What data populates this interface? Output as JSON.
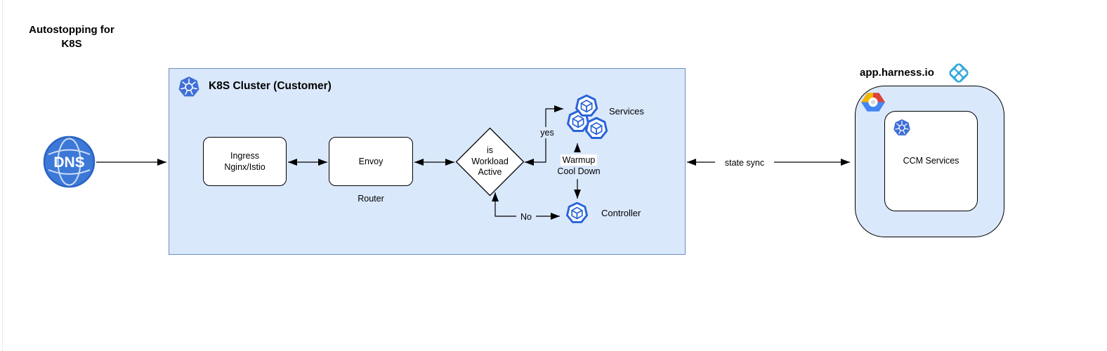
{
  "colors": {
    "cluster_fill": "#dae8fc",
    "cluster_stroke": "#6c8ebf",
    "box_stroke": "#000000",
    "edge_color": "#000000",
    "pod_blue": "#2864d8",
    "k8s_blue": "#3f6fd8",
    "harness_blue": "#36a9dd",
    "dns_fill": "#3c78d8",
    "dns_stroke": "#2a63c4",
    "gcp_yellow": "#f4b400",
    "gcp_red": "#db4437",
    "gcp_blue": "#4285f4"
  },
  "title": "Autostopping for\nK8S",
  "dns": {
    "label": "DNS"
  },
  "cluster": {
    "title": "K8S Cluster (Customer)",
    "ingress_label": "Ingress\nNginx/Istio",
    "envoy_label": "Envoy",
    "envoy_caption": "Router",
    "decision_label": "is\nWorkload\nActive",
    "services_label": "Services",
    "controller_label": "Controller",
    "edge_yes": "yes",
    "edge_no": "No",
    "edge_warmup_line1": "Warmup",
    "edge_warmup_line2": "Cool Down"
  },
  "edges": {
    "state_sync": "state sync"
  },
  "harness": {
    "domain": "app.harness.io",
    "ccm_label": "CCM Services"
  }
}
